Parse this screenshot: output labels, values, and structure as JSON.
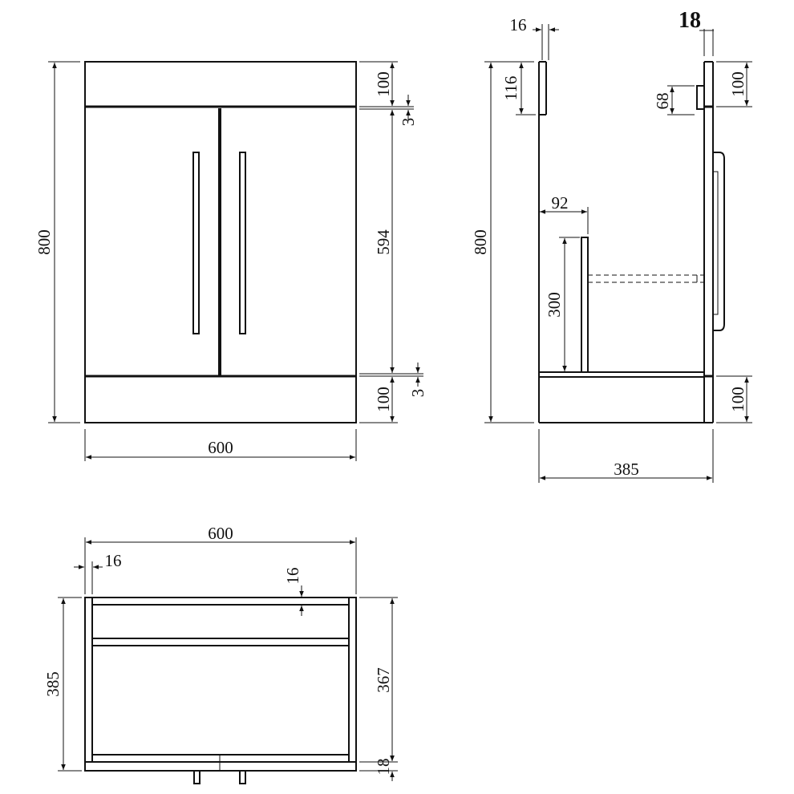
{
  "front_view": {
    "width": "600",
    "height": "800",
    "top_panel": "100",
    "top_gap": "3",
    "door_height": "594",
    "plinth": "100",
    "bottom_gap": "3"
  },
  "side_view": {
    "top_thickness": "16",
    "back_panel": "18",
    "rail_height": "116",
    "rail_gap": "68",
    "top_panel": "100",
    "height": "800",
    "shelf_offset": "92",
    "shelf_height": "300",
    "plinth": "100",
    "depth": "385"
  },
  "plan_view": {
    "width": "600",
    "side_thickness": "16",
    "rail_thickness": "16",
    "depth": "385",
    "inner_depth": "367",
    "front_thickness": "18"
  }
}
